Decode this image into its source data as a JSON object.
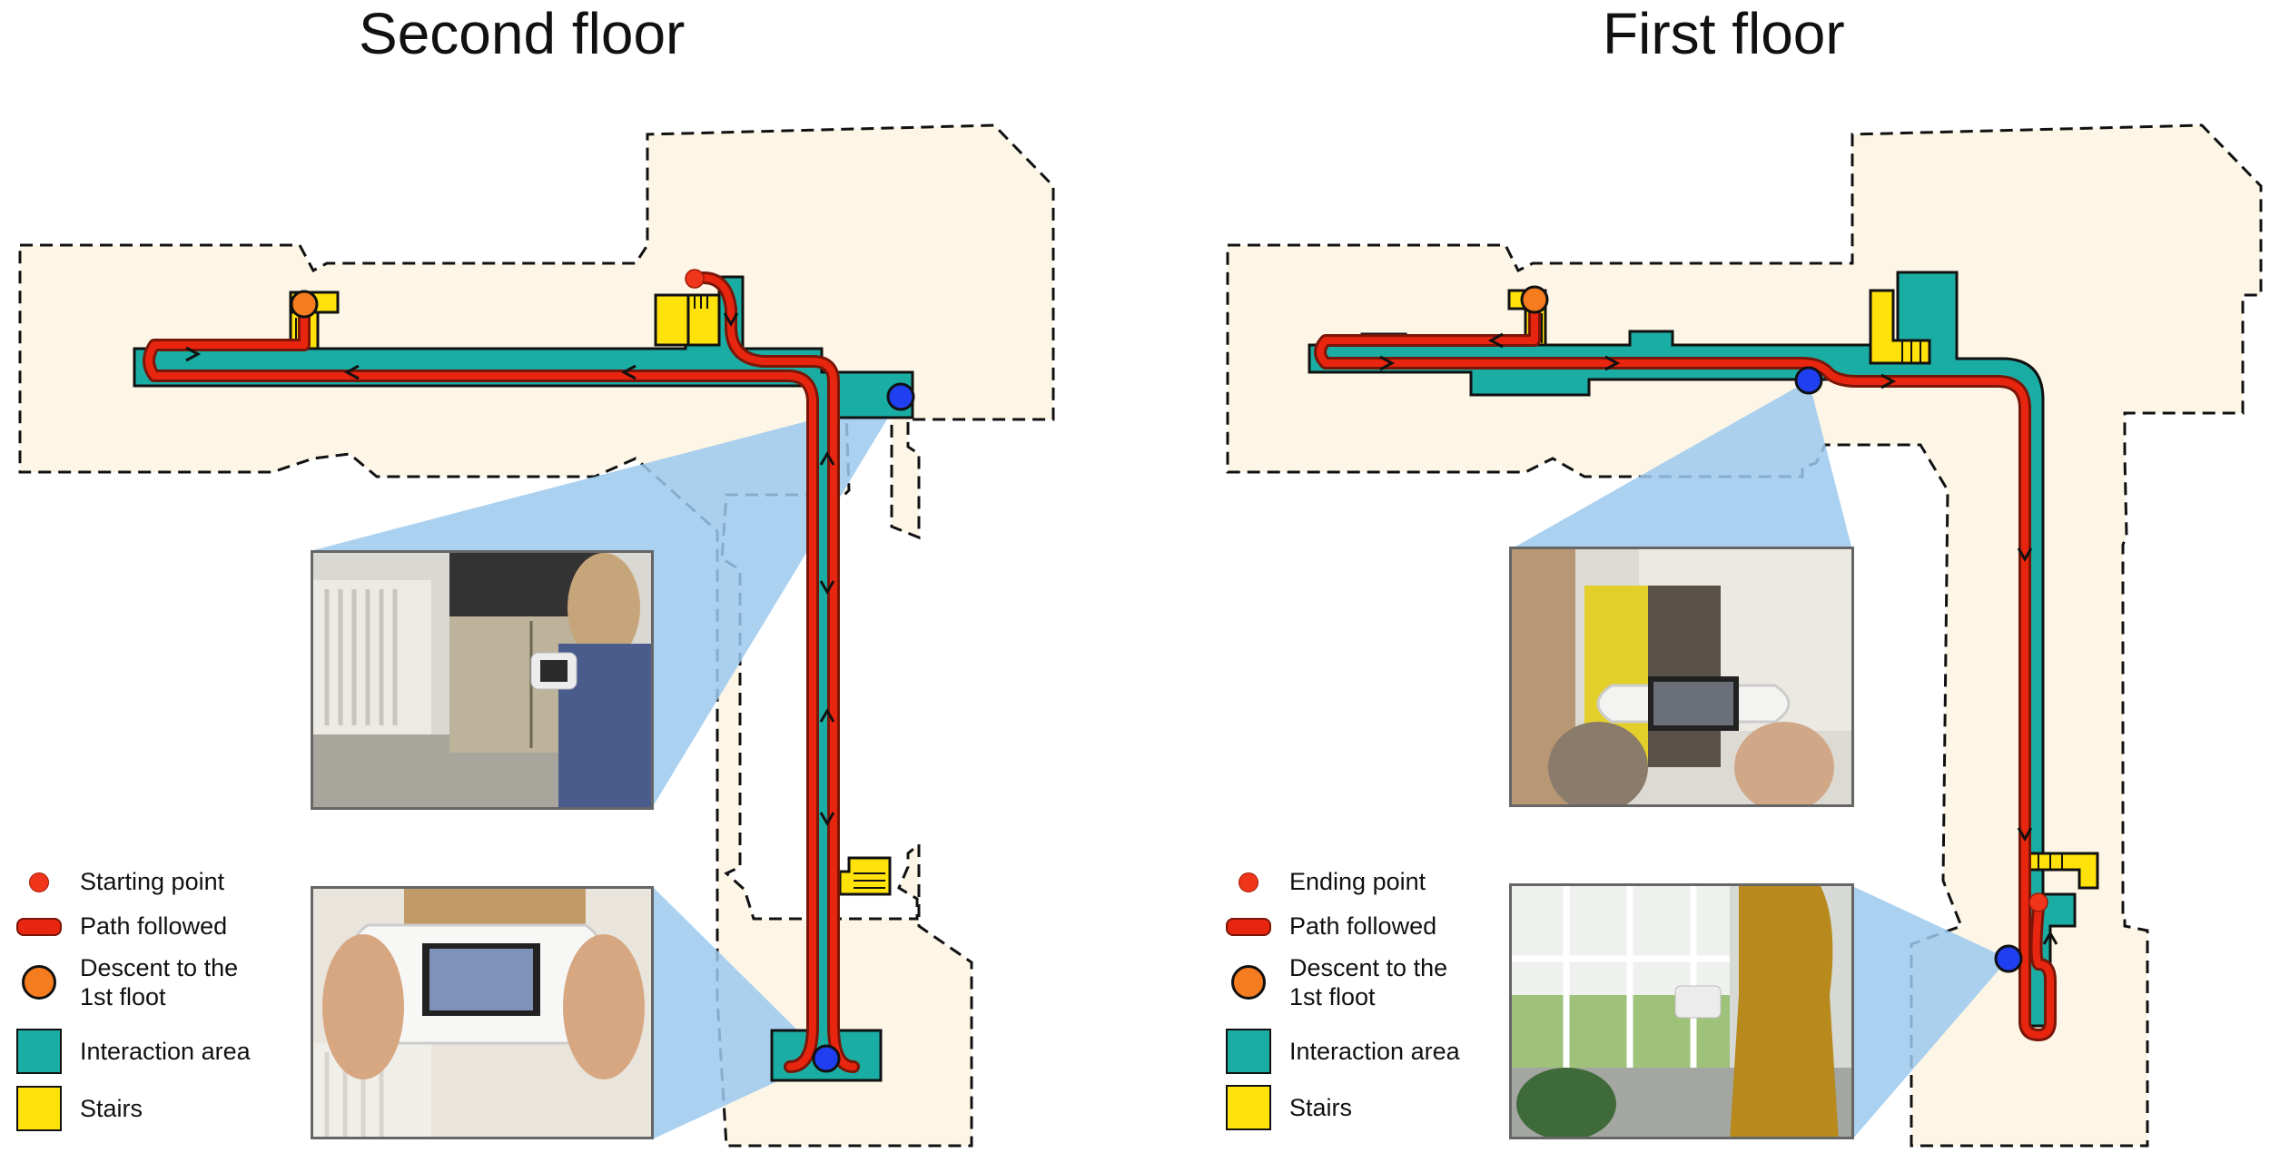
{
  "panels": [
    {
      "title": "Second floor",
      "legend": [
        {
          "symbol": "red-dot",
          "label": "Starting point"
        },
        {
          "symbol": "path",
          "label": "Path followed"
        },
        {
          "symbol": "orange-dot",
          "label": "Descent to the\n1st floot"
        },
        {
          "symbol": "teal-square",
          "label": "Interaction area"
        },
        {
          "symbol": "yellow-square",
          "label": "Stairs"
        }
      ]
    },
    {
      "title": "First floor",
      "legend": [
        {
          "symbol": "red-dot",
          "label": "Ending point"
        },
        {
          "symbol": "path",
          "label": "Path followed"
        },
        {
          "symbol": "orange-dot",
          "label": "Descent to the\n1st floot"
        },
        {
          "symbol": "teal-square",
          "label": "Interaction area"
        },
        {
          "symbol": "yellow-square",
          "label": "Stairs"
        }
      ]
    }
  ],
  "colors": {
    "building_fill": "#fdf6e6",
    "interaction_area": "#1aada3",
    "stairs": "#ffe20a",
    "path": "#e8260f",
    "start_end_point": "#f0361a",
    "descent_point": "#f57c1f",
    "camera_point": "#1f3ff0",
    "camera_view": "#9cc9ef"
  },
  "photos": [
    {
      "name": "photo-second-floor-cabinet",
      "subject": "person using phone on handheld frame near cabinet"
    },
    {
      "name": "photo-second-floor-handheld",
      "subject": "phone mounted on white handheld frame"
    },
    {
      "name": "photo-first-floor-bins",
      "subject": "phone on handheld frame near recycling bins"
    },
    {
      "name": "photo-first-floor-window",
      "subject": "person holding phone near window"
    }
  ]
}
